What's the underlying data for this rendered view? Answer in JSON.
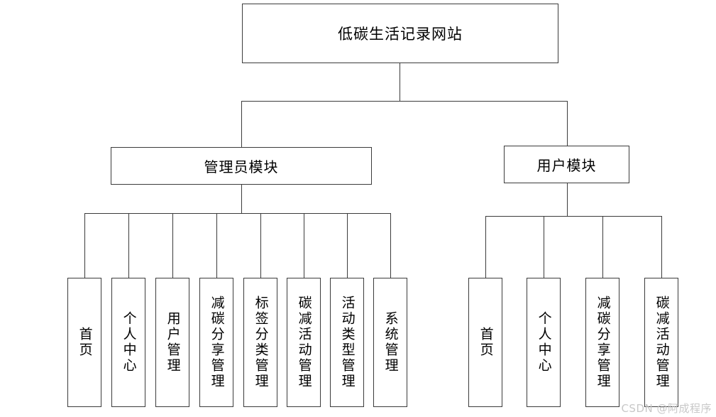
{
  "diagram": {
    "title": "低碳生活记录网站",
    "type": "tree-structure-chart",
    "root": {
      "label": "低碳生活记录网站"
    },
    "modules": [
      {
        "id": "admin",
        "label": "管理员模块",
        "children": [
          {
            "label": "首页"
          },
          {
            "label": "个人中心"
          },
          {
            "label": "用户管理"
          },
          {
            "label": "减碳分享管理"
          },
          {
            "label": "标签分类管理"
          },
          {
            "label": "碳减活动管理"
          },
          {
            "label": "活动类型管理"
          },
          {
            "label": "系统管理"
          }
        ]
      },
      {
        "id": "user",
        "label": "用户模块",
        "children": [
          {
            "label": "首页"
          },
          {
            "label": "个人中心"
          },
          {
            "label": "减碳分享管理"
          },
          {
            "label": "碳减活动管理"
          }
        ]
      }
    ],
    "watermark": "CSDN @阿成程序",
    "colors": {
      "line": "#3b3b3b",
      "background": "#ffffff",
      "text": "#000000",
      "watermark": "#c8c8c8"
    }
  }
}
